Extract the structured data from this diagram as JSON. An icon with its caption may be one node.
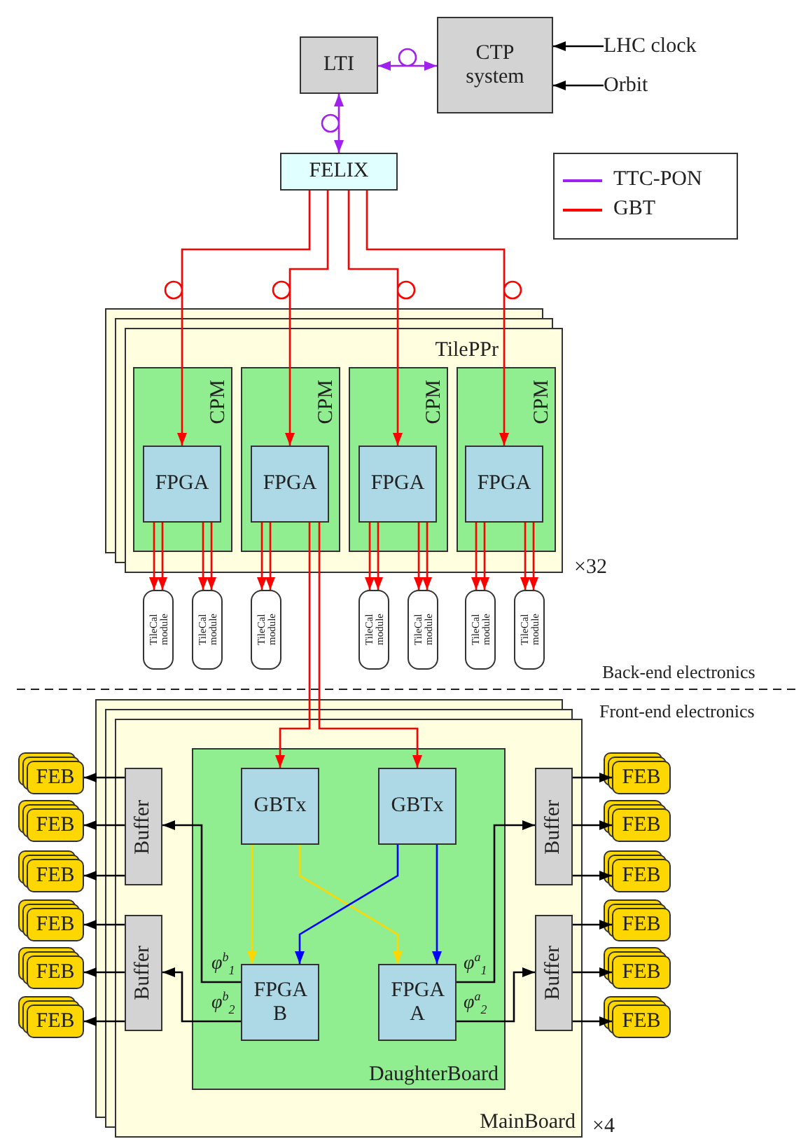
{
  "diagram": {
    "nodes": [
      {
        "text": [
          "LTI"
        ]
      },
      {
        "text": [
          "CTP system"
        ]
      },
      {
        "text": [
          "LHC clock"
        ]
      },
      {
        "text": [
          "Orbit"
        ]
      },
      {
        "text": [
          "FELIX"
        ]
      },
      {
        "text": [
          "TilePPr"
        ],
        "beside": [
          "×32"
        ]
      },
      {
        "text": [
          "CPM"
        ],
        "in": 5
      },
      {
        "text": [
          "FPGA"
        ],
        "in": 6
      },
      {
        "text": [
          "CPM"
        ],
        "in": 5
      },
      {
        "text": [
          "FPGA"
        ],
        "in": 8
      },
      {
        "text": [
          "CPM"
        ],
        "in": 5
      },
      {
        "text": [
          "FPGA"
        ],
        "in": 10
      },
      {
        "text": [
          "CPM"
        ],
        "in": 5
      },
      {
        "text": [
          "FPGA"
        ],
        "in": 12
      },
      {
        "text": [
          "TileCal module"
        ]
      },
      {
        "text": [
          "TileCal module"
        ]
      },
      {
        "text": [
          "TileCal module"
        ]
      },
      {
        "text": [
          "TileCal module"
        ]
      },
      {
        "text": [
          "TileCal module"
        ]
      },
      {
        "text": [
          "TileCal module"
        ]
      },
      {
        "text": [
          "TileCal module"
        ]
      },
      {
        "text": [
          "MainBoard"
        ],
        "beside": [
          "×4"
        ]
      },
      {
        "text": [
          "DaughterBoard"
        ],
        "in": 21
      },
      {
        "text": [
          "GBTx"
        ],
        "in": 22
      },
      {
        "text": [
          "GBTx"
        ],
        "in": 22
      },
      {
        "text": [
          "FPGA B"
        ],
        "in": 22
      },
      {
        "text": [
          "FPGA A"
        ],
        "in": 22
      },
      {
        "text": [
          "Buffer"
        ],
        "in": 21
      },
      {
        "text": [
          "Buffer"
        ],
        "in": 21
      },
      {
        "text": [
          "Buffer"
        ],
        "in": 21
      },
      {
        "text": [
          "Buffer"
        ],
        "in": 21
      },
      {
        "text": [
          "FEB"
        ]
      },
      {
        "text": [
          "FEB"
        ]
      },
      {
        "text": [
          "FEB"
        ]
      },
      {
        "text": [
          "FEB"
        ]
      },
      {
        "text": [
          "FEB"
        ]
      },
      {
        "text": [
          "FEB"
        ]
      },
      {
        "text": [
          "FEB"
        ]
      },
      {
        "text": [
          "FEB"
        ]
      },
      {
        "text": [
          "FEB"
        ]
      },
      {
        "text": [
          "FEB"
        ]
      },
      {
        "text": [
          "FEB"
        ]
      },
      {
        "text": [
          "FEB"
        ]
      }
    ],
    "edges": [
      {
        "from": 0,
        "to": 1,
        "arrow": "both",
        "color": "#a020f0"
      },
      {
        "from": 0,
        "to": 4,
        "arrow": "both",
        "color": "#a020f0"
      },
      {
        "from": 2,
        "to": 1,
        "arrow": "to",
        "color": "#000000"
      },
      {
        "from": 3,
        "to": 1,
        "arrow": "to",
        "color": "#000000"
      },
      {
        "from": 4,
        "to": 7,
        "arrow": "to"
      },
      {
        "from": 4,
        "to": 9,
        "arrow": "to"
      },
      {
        "from": 4,
        "to": 11,
        "arrow": "to"
      },
      {
        "from": 4,
        "to": 13,
        "arrow": "to"
      },
      {
        "from": 7,
        "to": 14,
        "arrow": "to"
      },
      {
        "from": 7,
        "to": 14,
        "arrow": "to"
      },
      {
        "from": 7,
        "to": 15,
        "arrow": "to"
      },
      {
        "from": 7,
        "to": 15,
        "arrow": "to"
      },
      {
        "from": 9,
        "to": 16,
        "arrow": "to"
      },
      {
        "from": 9,
        "to": 16,
        "arrow": "to"
      },
      {
        "from": 11,
        "to": 17,
        "arrow": "to"
      },
      {
        "from": 11,
        "to": 17,
        "arrow": "to"
      },
      {
        "from": 11,
        "to": 18,
        "arrow": "to"
      },
      {
        "from": 11,
        "to": 18,
        "arrow": "to"
      },
      {
        "from": 13,
        "to": 19,
        "arrow": "to"
      },
      {
        "from": 13,
        "to": 19,
        "arrow": "to"
      },
      {
        "from": 13,
        "to": 20,
        "arrow": "to"
      },
      {
        "from": 13,
        "to": 20,
        "arrow": "to"
      },
      {
        "from": 9,
        "to": 23,
        "arrow": "to"
      },
      {
        "from": 9,
        "to": 24,
        "arrow": "to"
      },
      {
        "from": 23,
        "to": 25,
        "arrow": "to",
        "color": "#ffd700"
      },
      {
        "from": 23,
        "to": 26,
        "arrow": "to",
        "color": "#ffd700"
      },
      {
        "from": 24,
        "to": 25,
        "arrow": "to",
        "color": "#0000ff"
      },
      {
        "from": 24,
        "to": 26,
        "arrow": "to",
        "color": "#0000ff"
      },
      {
        "from": 25,
        "to": 27,
        "arrow": "to",
        "label": "φ$^{b}$$_{1}$",
        "color": "#000000"
      },
      {
        "from": 25,
        "to": 28,
        "arrow": "to",
        "label": "φ$^{b}$$_{2}$",
        "color": "#000000"
      },
      {
        "from": 26,
        "to": 29,
        "arrow": "to",
        "label": "φ$^{a}$$_{1}$",
        "color": "#000000"
      },
      {
        "from": 26,
        "to": 30,
        "arrow": "to",
        "label": "φ$^{a}$$_{2}$",
        "color": "#000000"
      },
      {
        "from": 27,
        "to": 31,
        "arrow": "to",
        "color": "#000000"
      },
      {
        "from": 27,
        "to": 32,
        "arrow": "to",
        "color": "#000000"
      },
      {
        "from": 27,
        "to": 33,
        "arrow": "to",
        "color": "#000000"
      },
      {
        "from": 28,
        "to": 34,
        "arrow": "to",
        "color": "#000000"
      },
      {
        "from": 28,
        "to": 35,
        "arrow": "to",
        "color": "#000000"
      },
      {
        "from": 28,
        "to": 36,
        "arrow": "to",
        "color": "#000000"
      },
      {
        "from": 29,
        "to": 37,
        "arrow": "to",
        "color": "#000000"
      },
      {
        "from": 29,
        "to": 38,
        "arrow": "to",
        "color": "#000000"
      },
      {
        "from": 29,
        "to": 39,
        "arrow": "to",
        "color": "#000000"
      },
      {
        "from": 30,
        "to": 40,
        "arrow": "to",
        "color": "#000000"
      },
      {
        "from": 30,
        "to": 41,
        "arrow": "to",
        "color": "#000000"
      },
      {
        "from": 30,
        "to": 42,
        "arrow": "to",
        "color": "#000000"
      }
    ],
    "labels": [
      "Back-end electronics",
      "Front-end electronics"
    ],
    "legend": [
      {
        "text": "TTC-PON",
        "color": "#a020f0"
      },
      {
        "text": "GBT",
        "color": "#ff0000"
      }
    ]
  }
}
